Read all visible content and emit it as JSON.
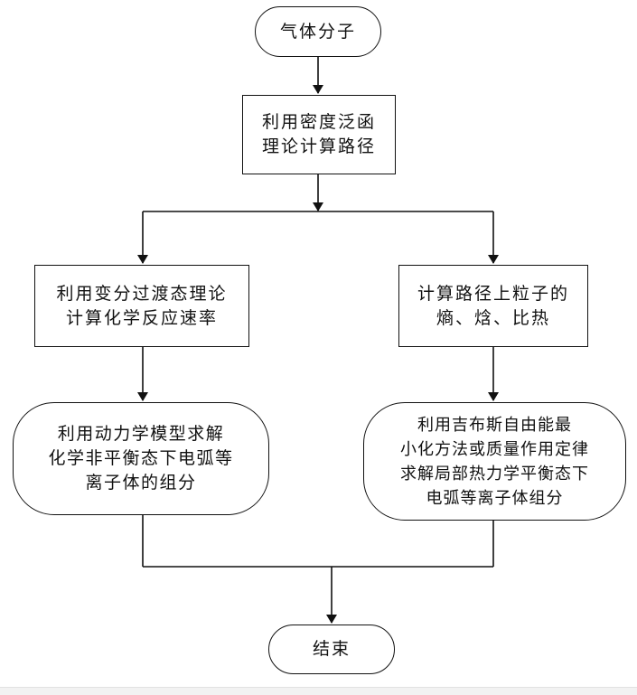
{
  "nodes": {
    "start": "气体分子",
    "dft": "利用密度泛函\n理论计算路径",
    "vtst": "利用变分过渡态理论\n计算化学反应速率",
    "entropy": "计算路径上粒子的\n熵、焓、比热",
    "kinetics": "利用动力学模型求解\n化学非平衡态下电弧等\n离子体的组分",
    "gibbs": "利用吉布斯自由能最\n小化方法或质量作用定律\n求解局部热力学平衡态下\n电弧等离子体组分",
    "end": "结束"
  }
}
